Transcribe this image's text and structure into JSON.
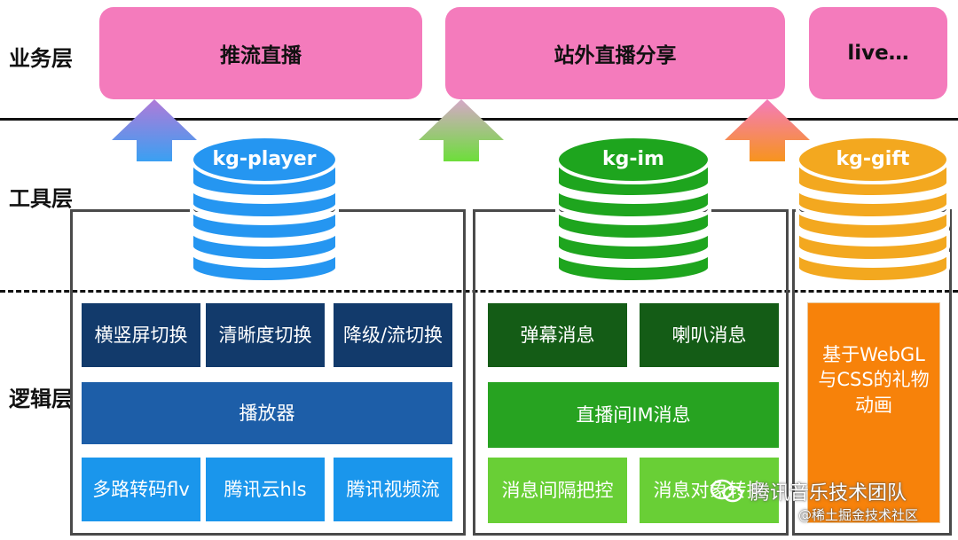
{
  "layers": {
    "business": "业务层",
    "tools": "工具层",
    "logic": "逻辑层"
  },
  "business": {
    "push_stream": "推流直播",
    "offsite_share": "站外直播分享",
    "live_more": "live…"
  },
  "tools": {
    "player": "kg-player",
    "im": "kg-im",
    "gift": "kg-gift"
  },
  "player": {
    "row1": [
      "横竖屏切换",
      "清晰度切换",
      "降级/流切换"
    ],
    "player": "播放器",
    "row3": [
      "多路转码flv",
      "腾讯云hls",
      "腾讯视频流"
    ]
  },
  "im": {
    "row1": [
      "弹幕消息",
      "喇叭消息"
    ],
    "room_im": "直播间IM消息",
    "row3": [
      "消息间隔把控",
      "消息对象转换"
    ]
  },
  "gift": {
    "line1": "基于WebGL",
    "line2": "与CSS的礼物",
    "line3": "动画"
  },
  "watermark": {
    "main": "腾讯音乐技术团队",
    "sub": "@稀土掘金技术社区"
  },
  "colors": {
    "business_box": "#f47bbc",
    "player_blue": "#2196f3",
    "im_green": "#1faa22",
    "gift_orange": "#f5a623",
    "tile_navy": "#123a6b",
    "tile_orange": "#f7820a"
  }
}
